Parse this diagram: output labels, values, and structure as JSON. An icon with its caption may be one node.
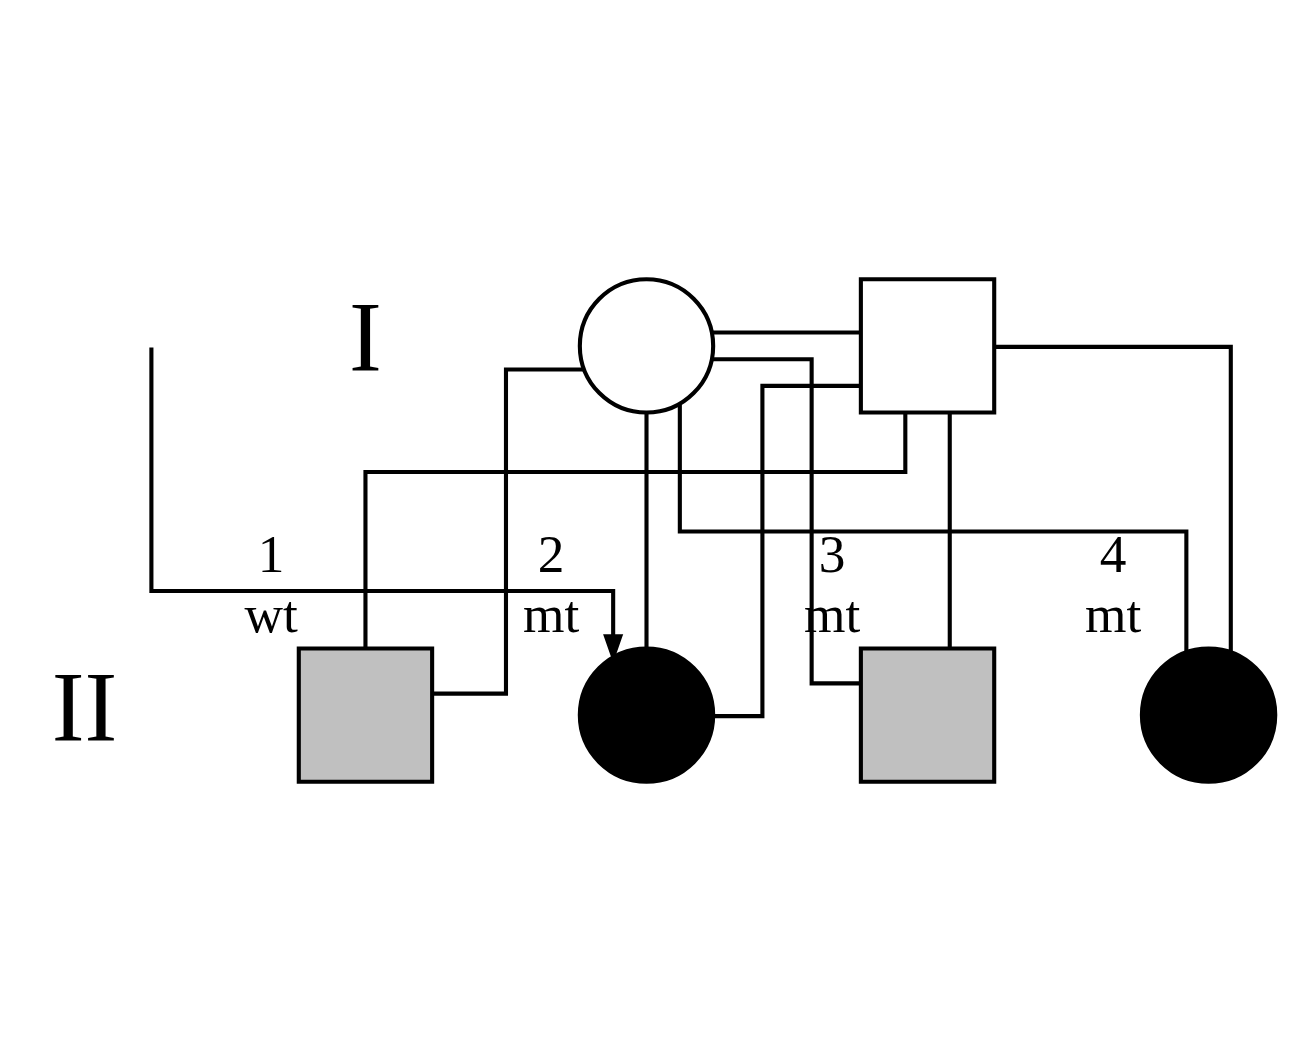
{
  "diagram": {
    "nodes": [
      {
        "text": [],
        "shape": "circle"
      },
      {
        "text": [],
        "shape": "box"
      },
      {
        "text": [],
        "shape": "box",
        "beside": [
          "1",
          "wt"
        ]
      },
      {
        "text": [],
        "shape": "circle",
        "beside": [
          "2",
          "mt"
        ]
      },
      {
        "text": [],
        "shape": "box",
        "beside": [
          "3",
          "mt"
        ]
      },
      {
        "text": [],
        "shape": "circle",
        "beside": [
          "4",
          "mt"
        ]
      }
    ],
    "edges": [
      {
        "from": 0,
        "to": 1,
        "arrow": "none"
      },
      {
        "from": 0,
        "to": 2,
        "arrow": "none"
      },
      {
        "from": 1,
        "to": 2,
        "arrow": "none"
      },
      {
        "from": 0,
        "to": 3,
        "arrow": "none"
      },
      {
        "from": 1,
        "to": 3,
        "arrow": "none"
      },
      {
        "from": 0,
        "to": 4,
        "arrow": "none"
      },
      {
        "from": 1,
        "to": 4,
        "arrow": "none"
      },
      {
        "from": 0,
        "to": 5,
        "arrow": "none"
      },
      {
        "from": 1,
        "to": 5,
        "arrow": "none"
      },
      {
        "from": null,
        "to": 3,
        "arrow": "to"
      }
    ],
    "labels": [
      "I",
      "II"
    ]
  }
}
